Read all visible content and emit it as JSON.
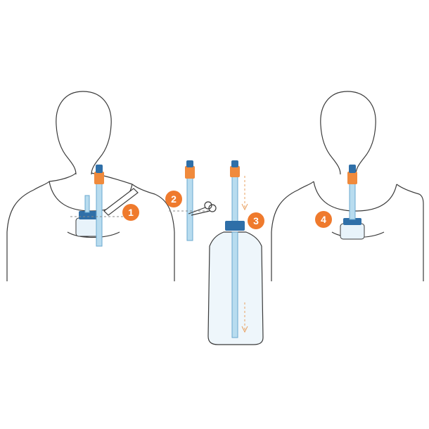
{
  "steps": [
    {
      "number": "1"
    },
    {
      "number": "2"
    },
    {
      "number": "3"
    },
    {
      "number": "4"
    }
  ],
  "colors": {
    "outline": "#3a3a3a",
    "badge": "#ef7a2d",
    "badge_text": "#ffffff",
    "tube": "#b8dcef",
    "tube_edge": "#6aa8cf",
    "valve_orange": "#f08a3c",
    "cap_blue": "#2f6fa8",
    "guide_dash": "#e8a060"
  },
  "icons": [
    "scissors-icon",
    "knife-icon",
    "cut-line-icon",
    "arrow-down-icon"
  ]
}
